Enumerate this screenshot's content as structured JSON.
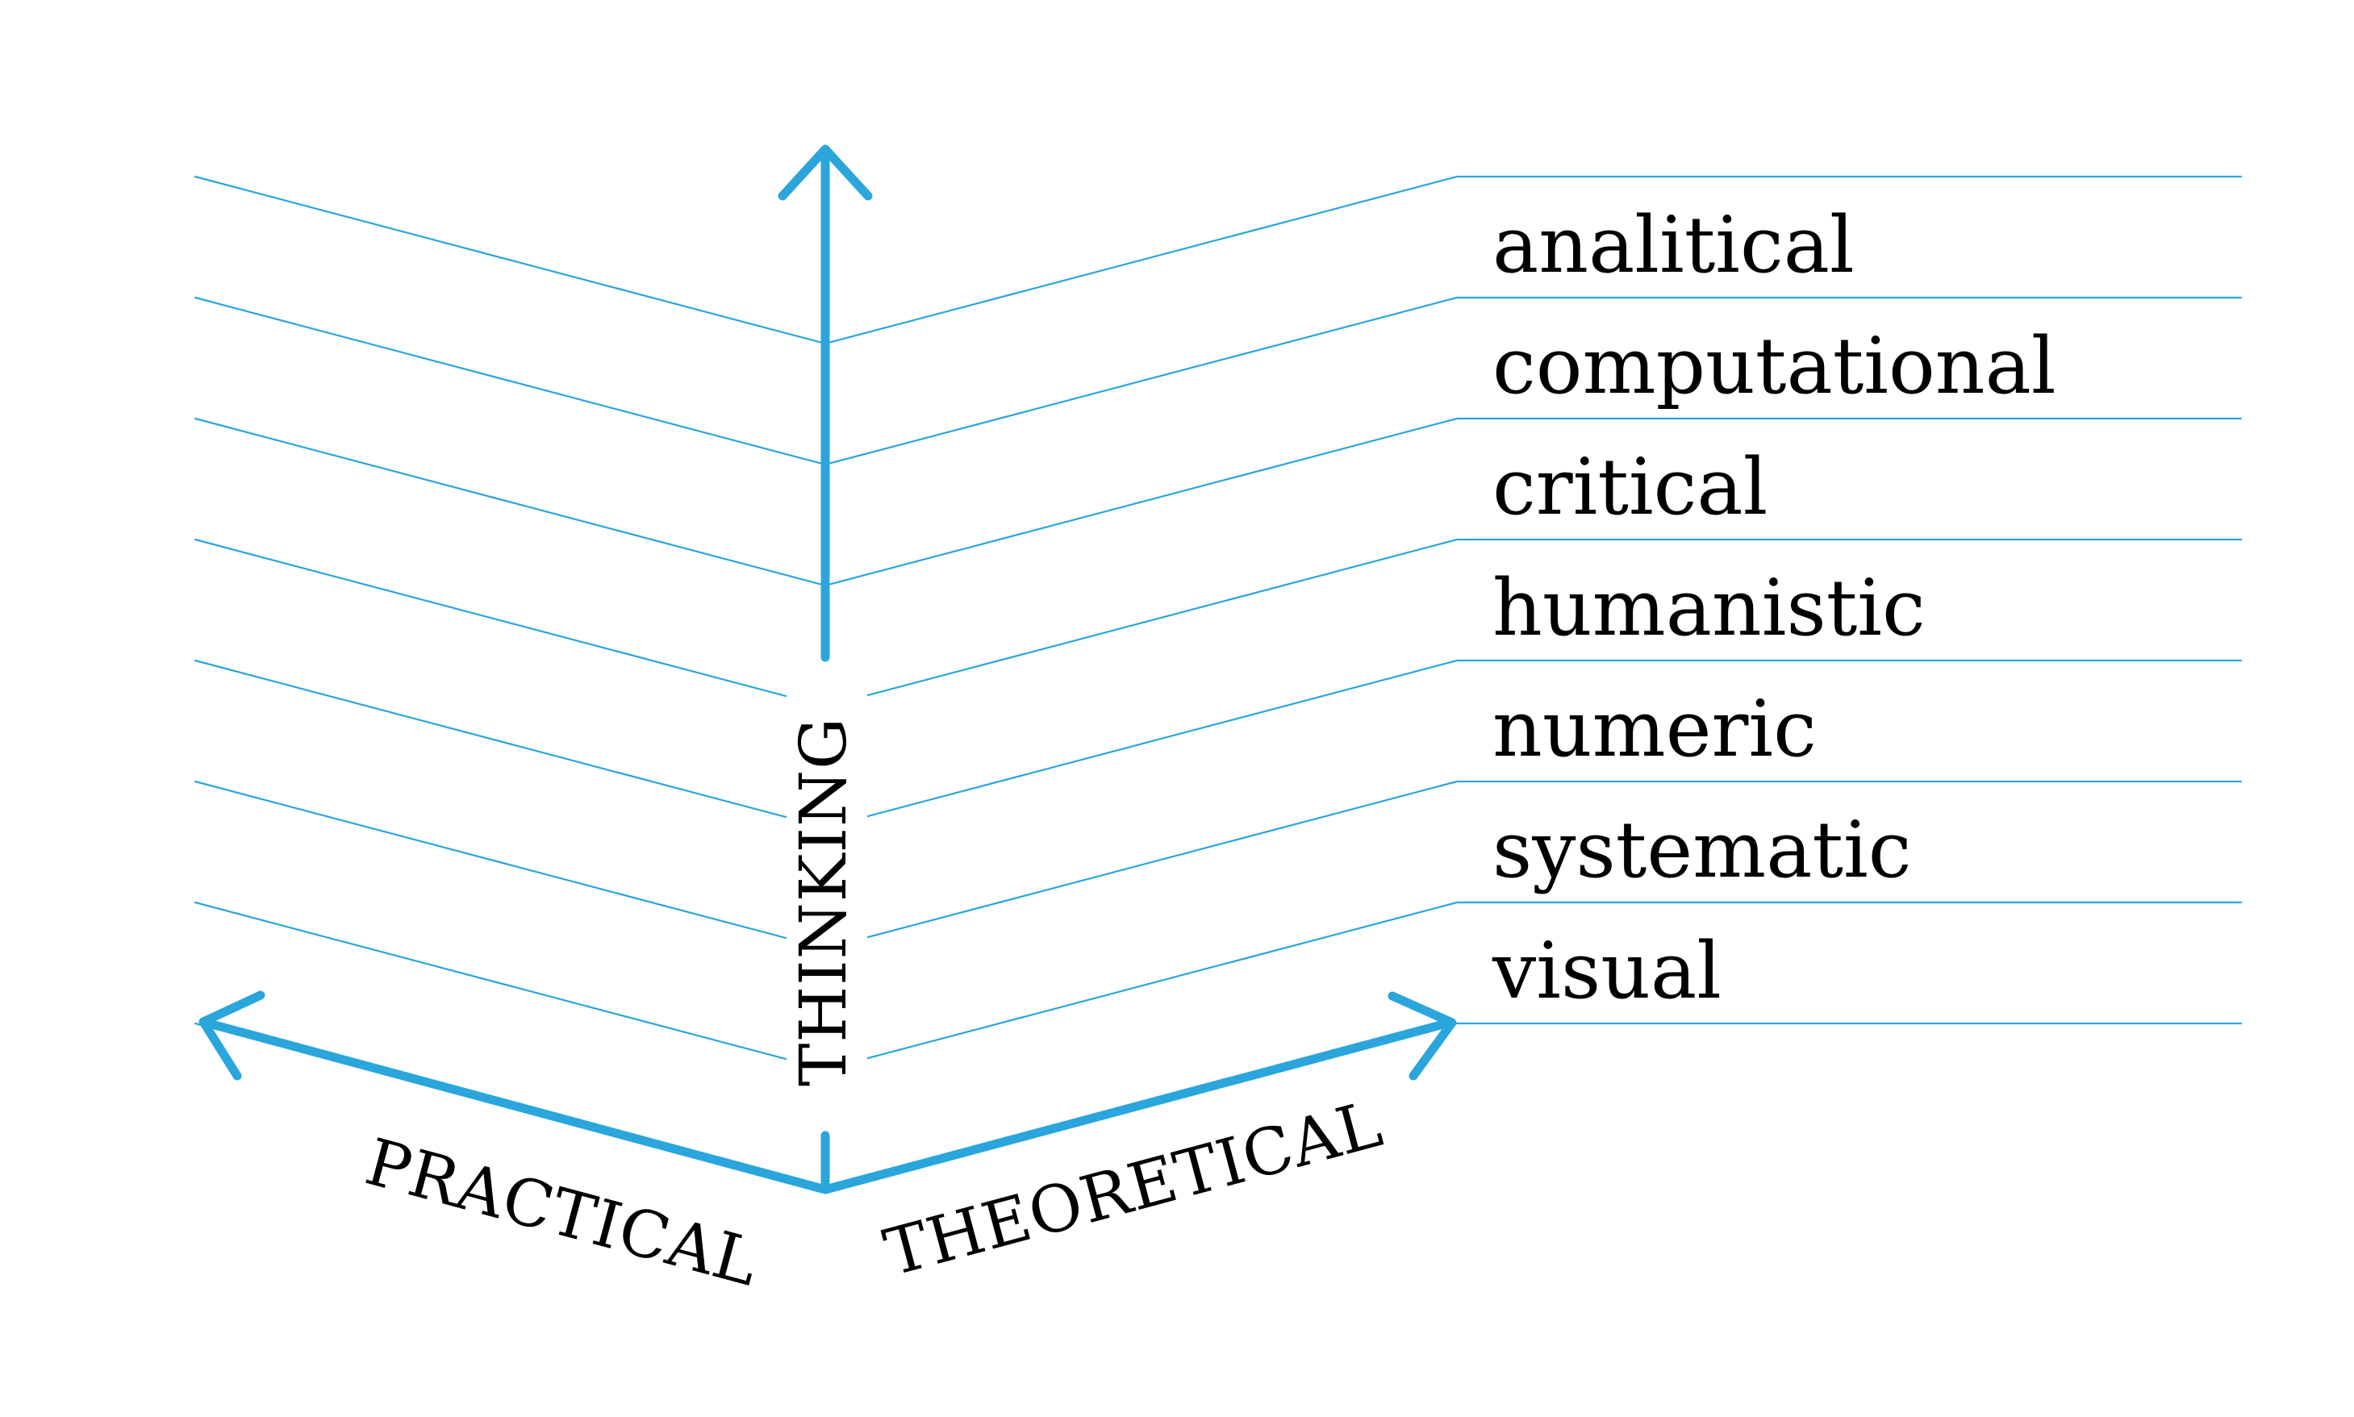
{
  "colors": {
    "axis": "#2aa6dc",
    "text": "#000000",
    "background": "#ffffff"
  },
  "axes": {
    "vertical": {
      "label": "THINKING",
      "icon": "arrow-up-icon"
    },
    "left": {
      "label": "PRACTICAL",
      "icon": "arrow-up-left-icon"
    },
    "right": {
      "label": "THEORETICAL",
      "icon": "arrow-up-right-icon"
    }
  },
  "terms": [
    "analitical",
    "computational",
    "critical",
    "humanistic",
    "numeric",
    "systematic",
    "visual"
  ]
}
